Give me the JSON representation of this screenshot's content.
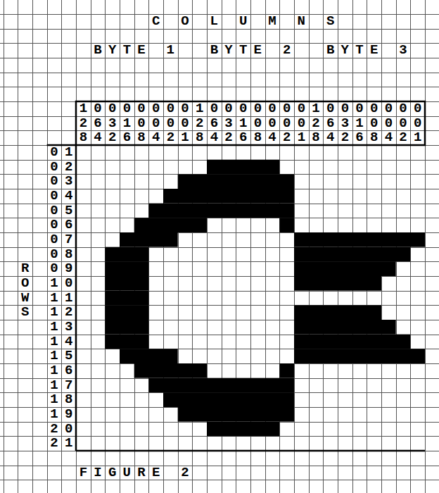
{
  "diagram": {
    "caption": "FIGURE 2",
    "labels": [
      "COLUMNS",
      "BYTE 1",
      "BYTE 2",
      "BYTE 3",
      "128",
      "064",
      "032",
      "016",
      "008",
      "004",
      "002",
      "001",
      "128",
      "064",
      "032",
      "016",
      "008",
      "004",
      "002",
      "001",
      "128",
      "064",
      "032",
      "016",
      "008",
      "004",
      "002",
      "001",
      "01",
      "02",
      "03",
      "04",
      "05",
      "06",
      "07",
      "08",
      "09",
      "10",
      "11",
      "12",
      "13",
      "14",
      "15",
      "16",
      "17",
      "18",
      "19",
      "20",
      "21",
      "ROWS"
    ]
  }
}
